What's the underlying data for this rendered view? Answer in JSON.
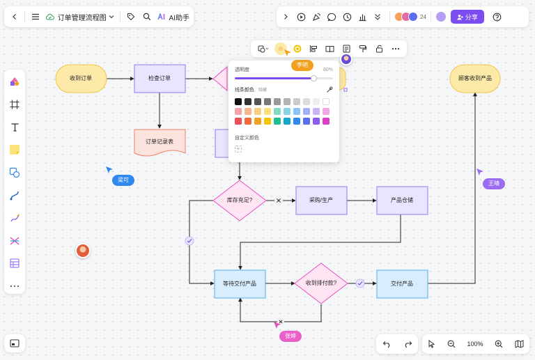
{
  "header": {
    "doc_title": "订单管理流程图",
    "ai_label": "AI助手",
    "share_label": "分享",
    "collaborator_count": "24"
  },
  "zoom": {
    "level": "100%"
  },
  "flow": {
    "nodes": {
      "receive_order": "收到订单",
      "check_order": "检查订单",
      "order_record": "订单记录表",
      "stock_check": "库存充足?",
      "purchase": "采购/生产",
      "product_stock": "产品仓储",
      "wait_delivery": "等待交付产品",
      "payment_check": "收到排付款?",
      "deliver": "交付产品",
      "customer_receive": "顾客收到产品"
    }
  },
  "color_popover": {
    "opacity_label": "透明度",
    "opacity_value": "80%",
    "opacity_fraction": 0.8,
    "line_color_label": "线条颜色",
    "line_color_sub": "隐藏",
    "custom_label": "自定义颜色",
    "swatches": [
      "#111111",
      "#333333",
      "#555555",
      "#777777",
      "#999999",
      "#b3b3b3",
      "#cccccc",
      "#dddddd",
      "#eeeeee",
      "#ffffff",
      "#f5a3a8",
      "#f7b38a",
      "#f8cf82",
      "#f9e27a",
      "#7fdcc2",
      "#86d3e8",
      "#8cc2f5",
      "#9fb0f7",
      "#c7b3f7",
      "#f3a6e6",
      "#ee4d5a",
      "#f06a3c",
      "#f2a020",
      "#f4c400",
      "#1fbf90",
      "#16a8c9",
      "#2f88ee",
      "#5b6df0",
      "#8a5cf0",
      "#df3fc6"
    ]
  },
  "users": {
    "li_ming": "李明",
    "liang_ke": "梁可",
    "wang_jing": "王晴",
    "zhang_hua": "张婷"
  },
  "colors": {
    "accent": "#7b4cf0",
    "yellow_fill": "#fde9a8",
    "yellow_stroke": "#f0c54a",
    "purple_fill": "#e9e4ff",
    "purple_stroke": "#8b7cf0",
    "blue_fill": "#d8eefe",
    "blue_stroke": "#5aa9e6",
    "pink_fill": "#ffe4f4",
    "pink_stroke": "#e54fc1",
    "red_fill": "#fde3de",
    "red_stroke": "#f08068"
  }
}
